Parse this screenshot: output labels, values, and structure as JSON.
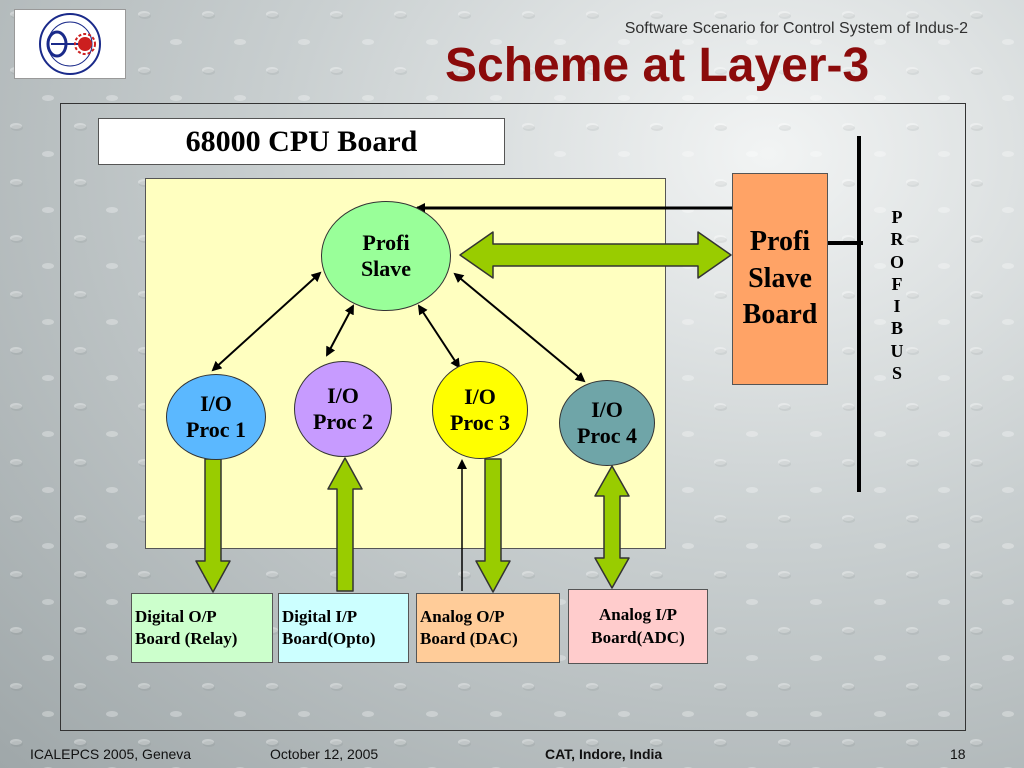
{
  "header": {
    "subtitle": "Software Scenario for Control System of Indus-2",
    "title": "Scheme at Layer-3"
  },
  "diagram": {
    "cpu_board": "68000 CPU Board",
    "profi_slave": {
      "line1": "Profi",
      "line2": "Slave"
    },
    "profi_slave_board": {
      "line1": "Profi",
      "line2": "Slave",
      "line3": "Board"
    },
    "profibus_letters": [
      "P",
      "R",
      "O",
      "F",
      "I",
      "B",
      "U",
      "S"
    ],
    "io_procs": [
      {
        "line1": "I/O",
        "line2": "Proc 1",
        "color": "#5bb8ff"
      },
      {
        "line1": "I/O",
        "line2": "Proc 2",
        "color": "#c79bff"
      },
      {
        "line1": "I/O",
        "line2": "Proc 3",
        "color": "#ffff00"
      },
      {
        "line1": "I/O",
        "line2": "Proc 4",
        "color": "#6fa5a8"
      }
    ],
    "boards": [
      {
        "line1": "Digital O/P",
        "line2": "Board (Relay)",
        "color": "#ccffcc"
      },
      {
        "line1": "Digital I/P",
        "line2": "Board(Opto)",
        "color": "#ccffff"
      },
      {
        "line1": "Analog O/P",
        "line2": "Board (DAC)",
        "color": "#ffcc99"
      },
      {
        "line1": "Analog I/P",
        "line2": "Board(ADC)",
        "color": "#ffcccc"
      }
    ],
    "colors": {
      "profi_slave_node": "#99ff99",
      "profi_slave_board": "#ffa366",
      "cpu_area": "#ffffc0",
      "arrow_green": "#99cc00",
      "title": "#8b0b0b"
    }
  },
  "footer": {
    "conference": "ICALEPCS 2005, Geneva",
    "date": "October 12, 2005",
    "organization": "CAT, Indore, India",
    "page": "18"
  }
}
